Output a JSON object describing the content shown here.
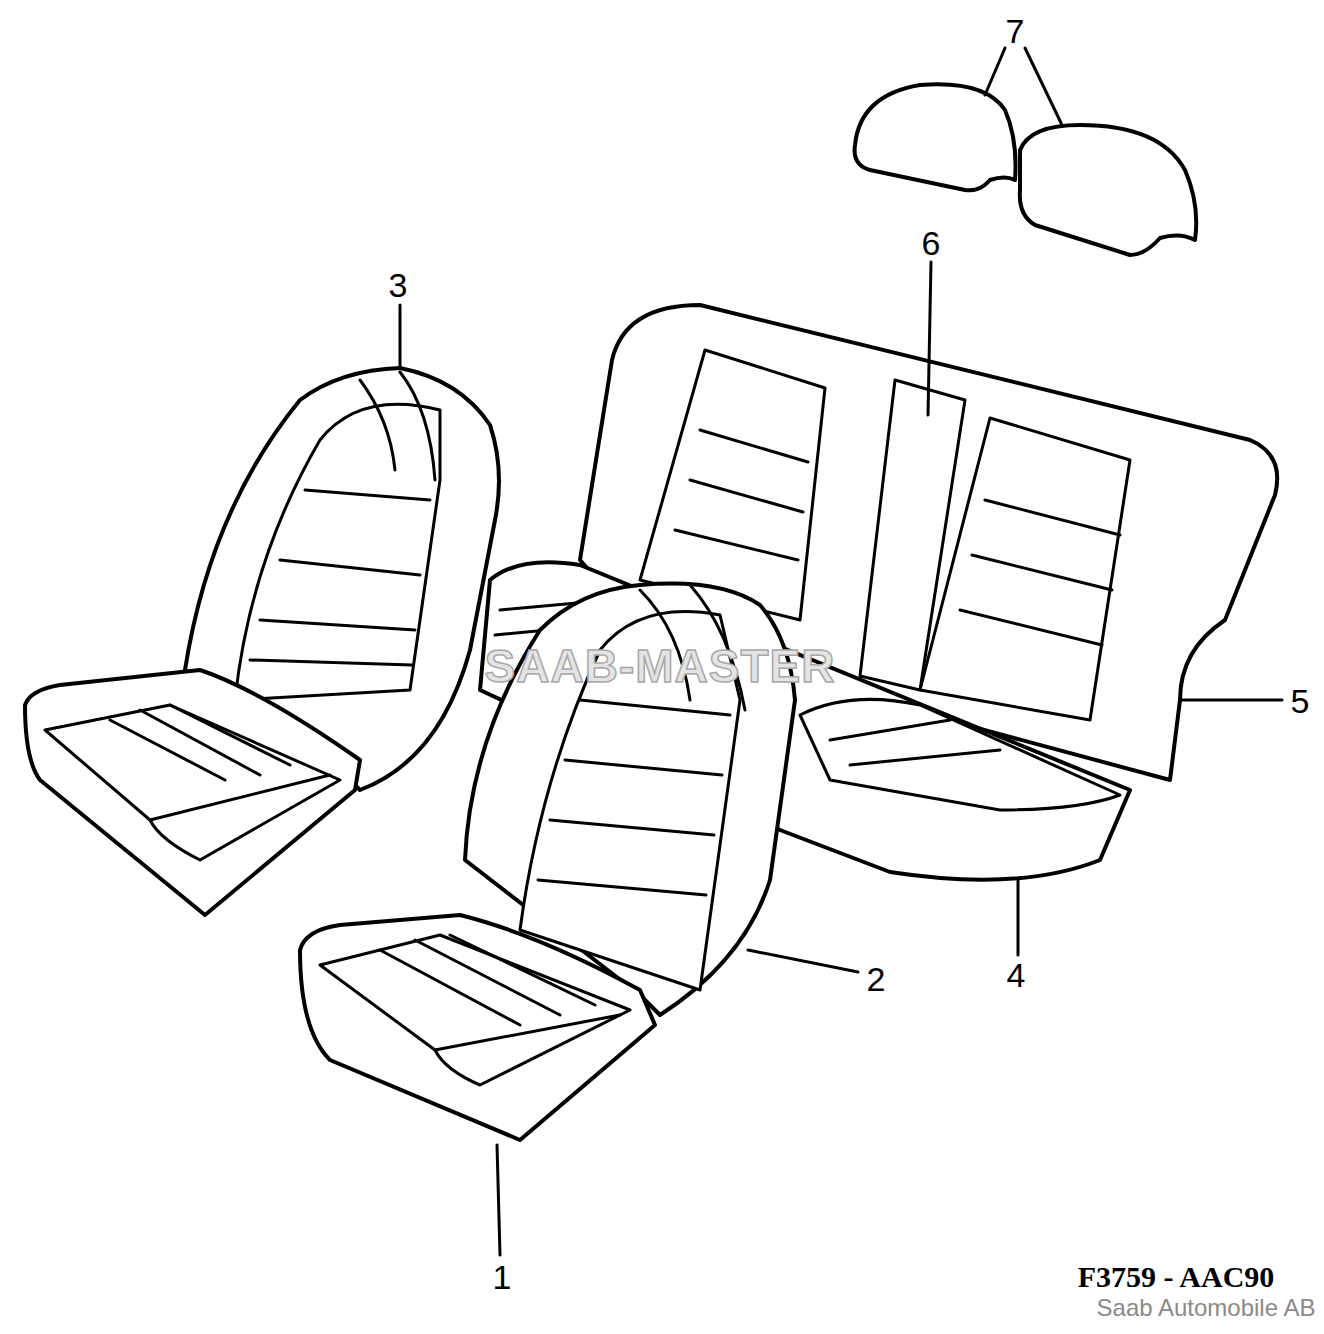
{
  "diagram": {
    "labels": [
      "7",
      "6",
      "3",
      "5",
      "2",
      "4",
      "1",
      "SAAB-MASTER",
      "F3759 - AAC90",
      "Saab Automobile AB"
    ]
  }
}
